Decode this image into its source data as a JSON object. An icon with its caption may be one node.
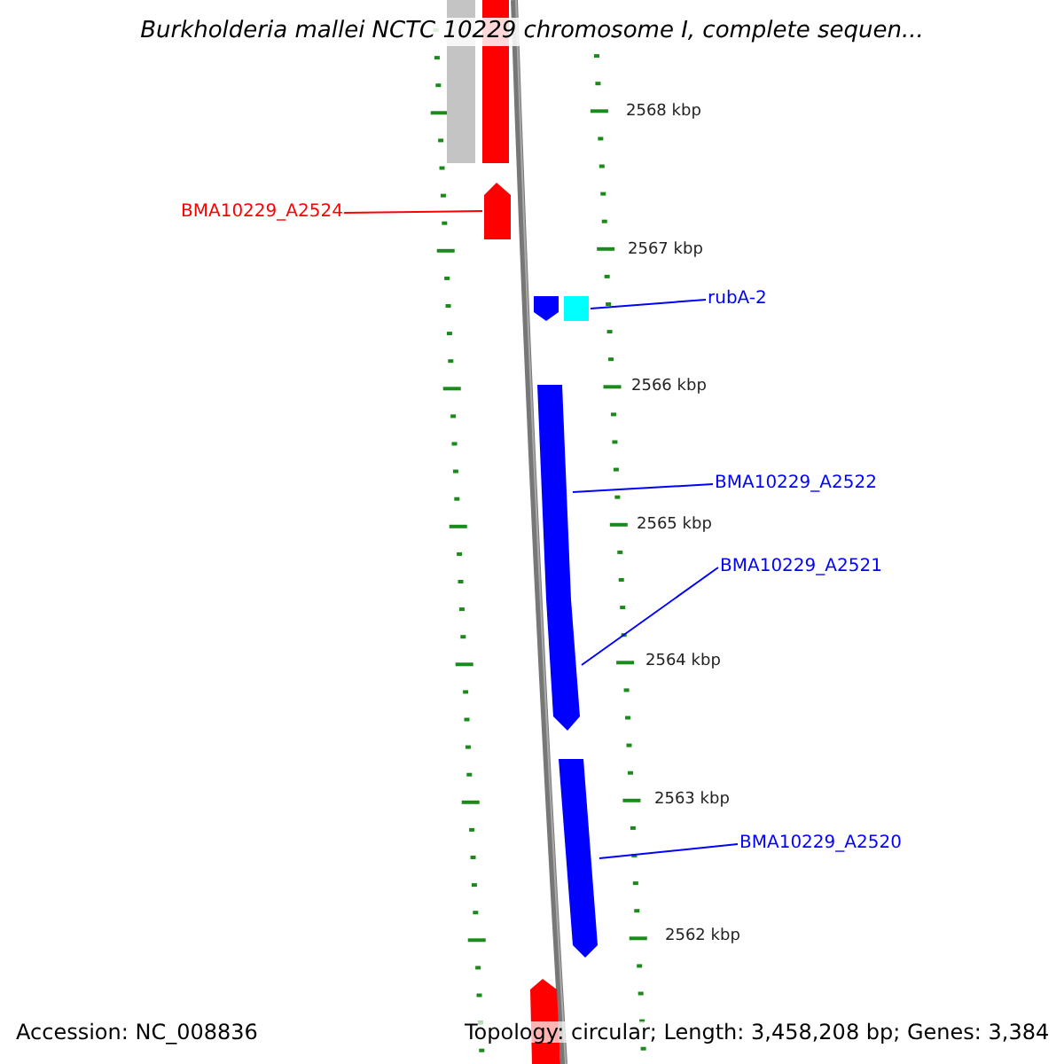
{
  "diagram": {
    "title": "Burkholderia mallei NCTC 10229 chromosome I, complete sequen...",
    "nodes": [
      {
        "text": [],
        "shape": "bar"
      },
      {
        "text": [],
        "shape": "bar"
      },
      {
        "text": [
          "BMA10229_A2524"
        ]
      },
      {
        "text": [],
        "shape": "bar"
      },
      {
        "text": [],
        "shape": "bar"
      },
      {
        "text": [],
        "shape": "bar"
      },
      {
        "text": [
          "rubA-2"
        ]
      },
      {
        "text": [],
        "shape": "bar"
      },
      {
        "text": [
          "BMA10229_A2522"
        ]
      },
      {
        "text": [
          "BMA10229_A2521"
        ]
      },
      {
        "text": [],
        "shape": "bar"
      },
      {
        "text": [
          "BMA10229_A2520"
        ]
      },
      {
        "text": [],
        "shape": "bar"
      },
      {
        "text": [],
        "shape": "bar"
      }
    ],
    "edges": [
      {
        "from": 2,
        "to": 3,
        "arrow": "none",
        "color": "#ff0000"
      },
      {
        "from": 6,
        "to": 5,
        "arrow": "none"
      },
      {
        "from": 8,
        "to": 7,
        "arrow": "none"
      },
      {
        "from": 9,
        "to": 10,
        "arrow": "none"
      },
      {
        "from": 11,
        "to": 12,
        "arrow": "none"
      }
    ],
    "labels": [
      "2568 kbp",
      "2567 kbp",
      "2566 kbp",
      "2565 kbp",
      "2564 kbp",
      "2563 kbp",
      "2562 kbp",
      "Accession: NC_008836",
      "Topology: circular; Length: 3,458,208 bp; Genes: 3,384"
    ]
  }
}
